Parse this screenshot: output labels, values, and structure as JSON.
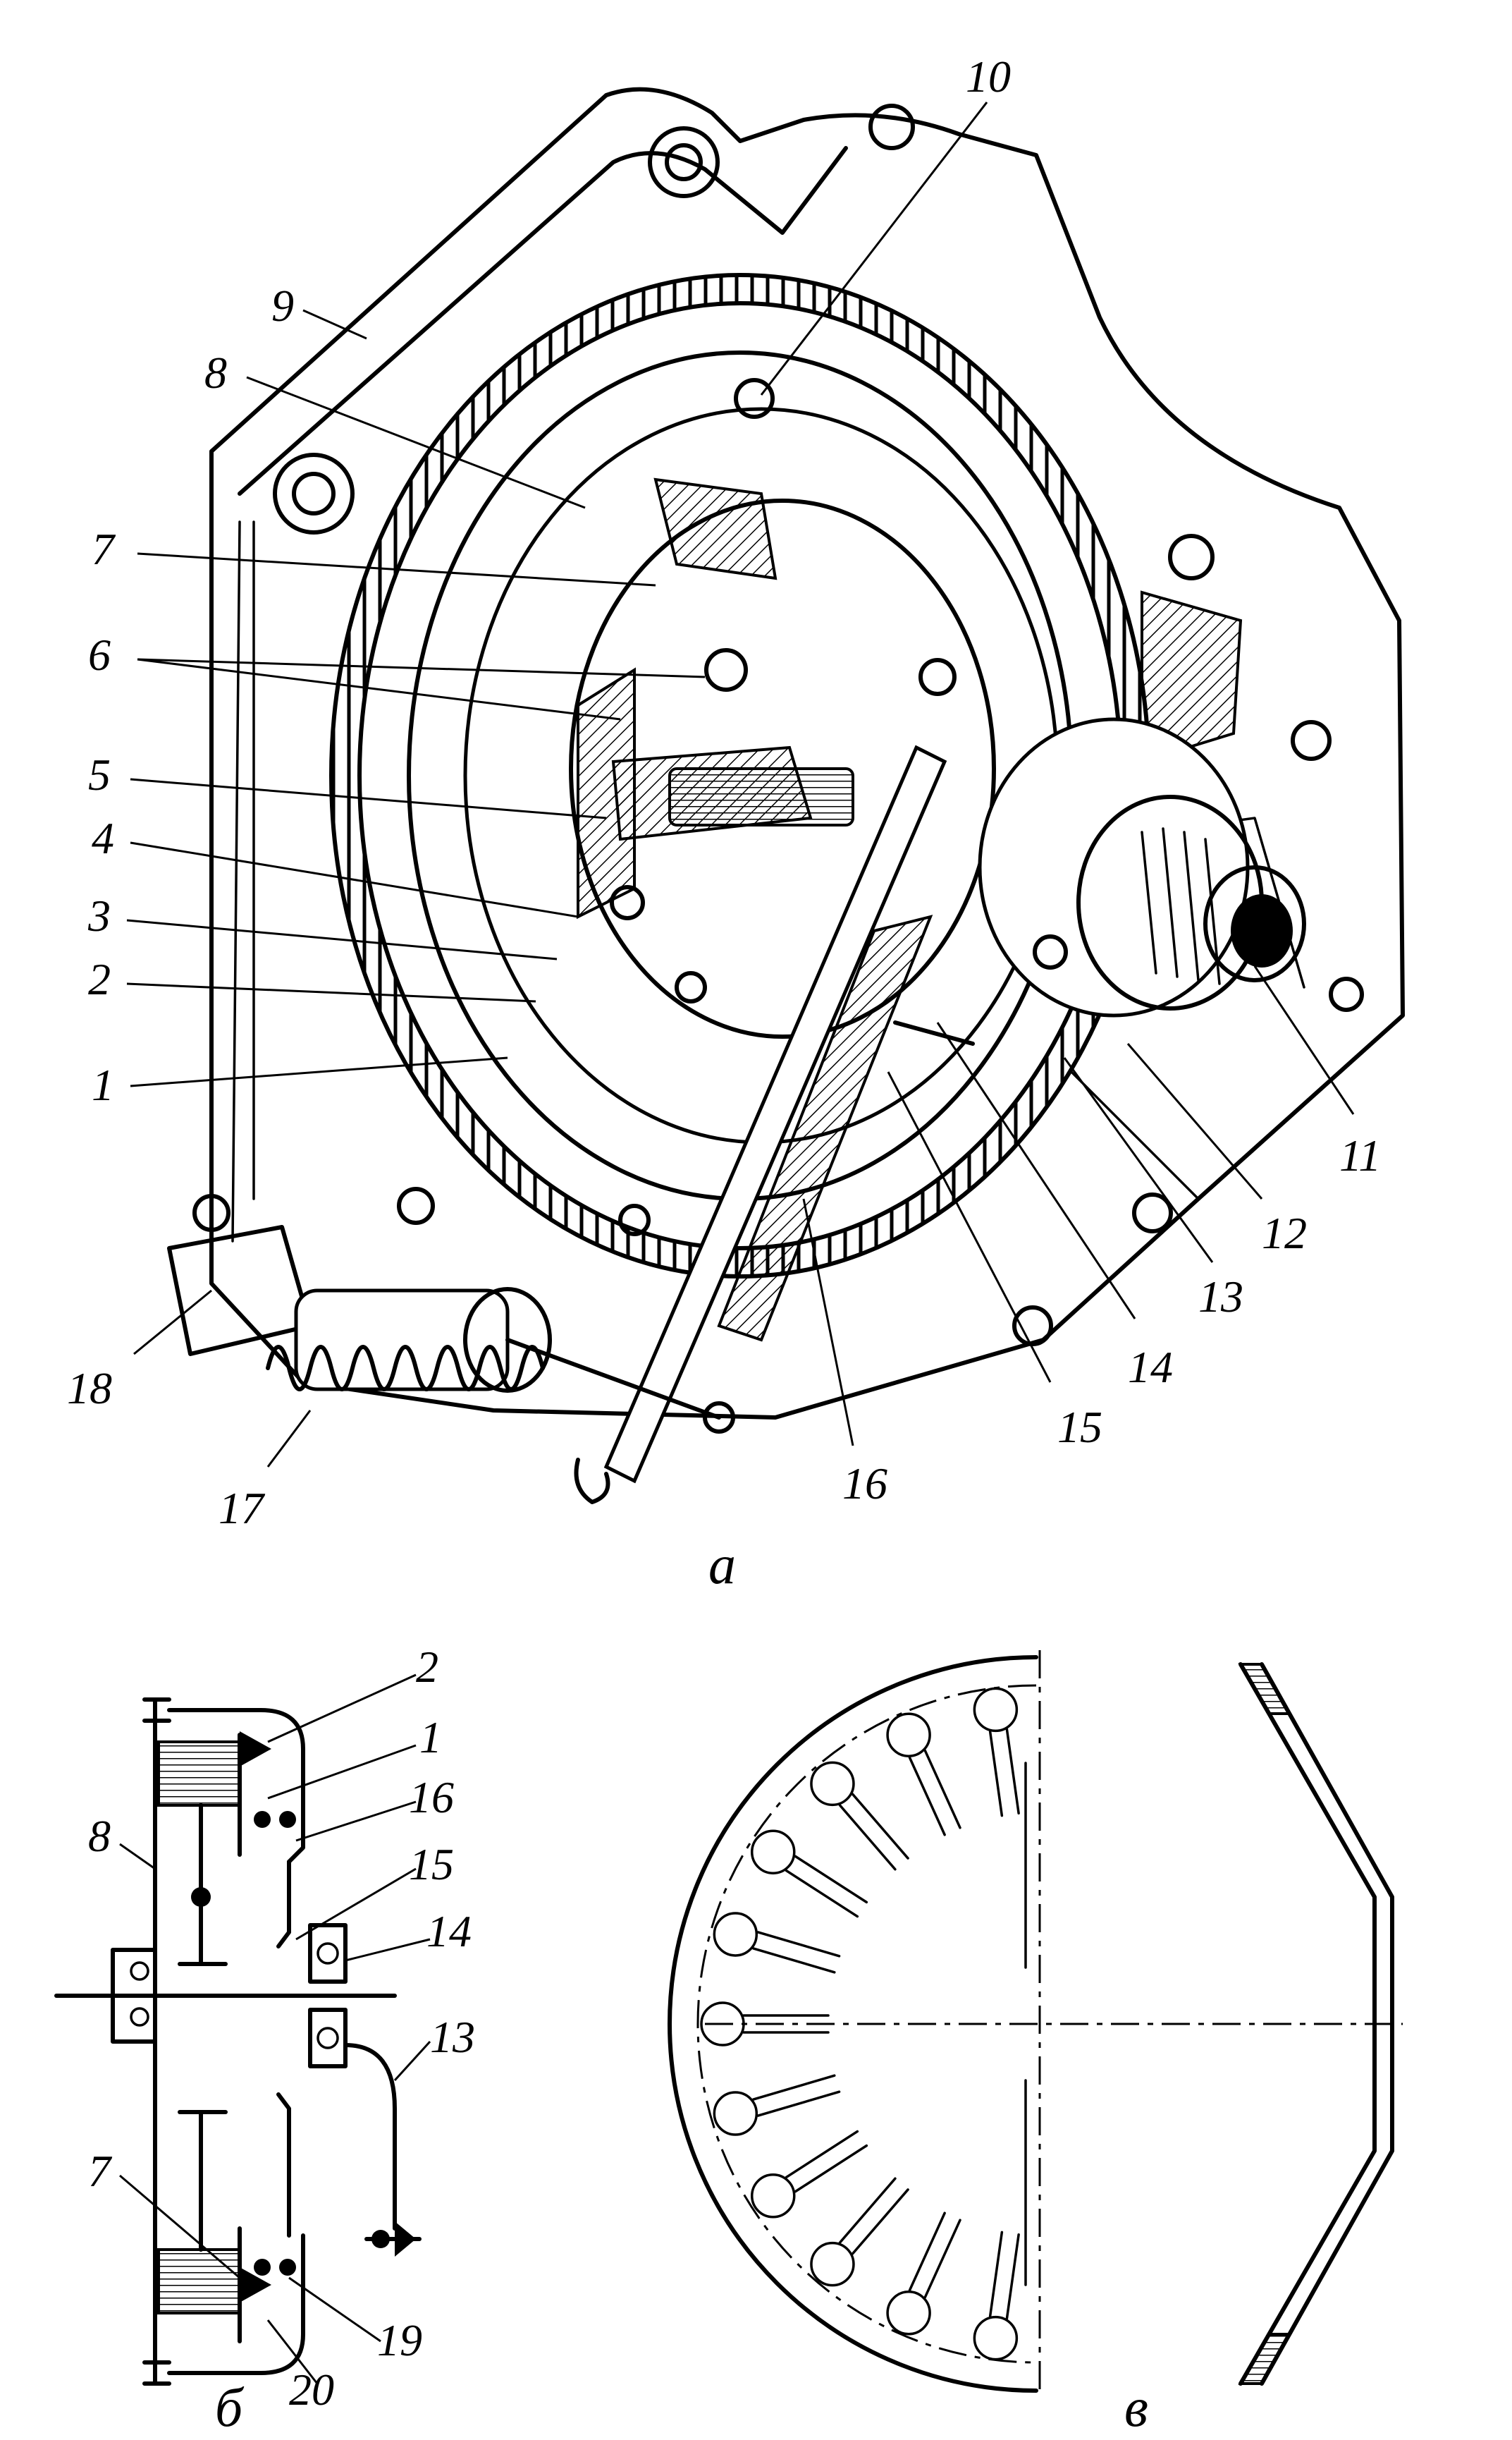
{
  "figure": {
    "subfigure_captions": {
      "a": "а",
      "b": "б",
      "v": "в"
    },
    "callouts_a": [
      "1",
      "2",
      "3",
      "4",
      "5",
      "6",
      "7",
      "8",
      "9",
      "10",
      "11",
      "12",
      "13",
      "14",
      "15",
      "16",
      "17",
      "18"
    ],
    "callouts_b": [
      "2",
      "1",
      "16",
      "15",
      "14",
      "13",
      "8",
      "7",
      "19",
      "20"
    ]
  }
}
